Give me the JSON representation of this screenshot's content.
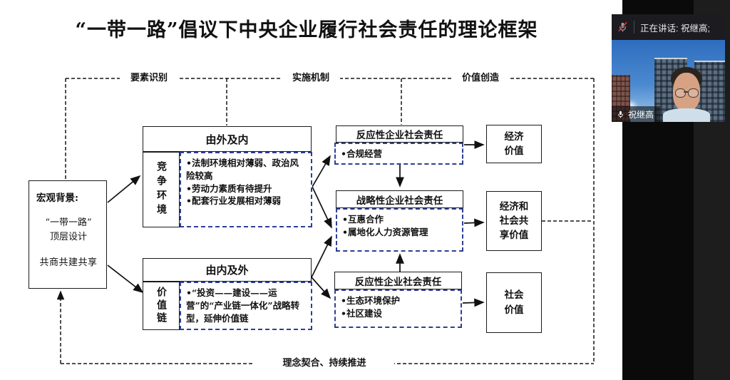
{
  "meeting": {
    "speaking_banner": "正在讲话:  祝继高;",
    "participant_name": "祝继高",
    "icons": {
      "top_bar_mic": "microphone-muted",
      "name_tag_mic": "microphone"
    }
  },
  "slide": {
    "title": "“一带一路”倡议下中央企业履行社会责任的理论框架",
    "frame": {
      "top_labels": [
        "要素识别",
        "实施机制",
        "价值创造"
      ],
      "bottom_label": "理念契合、持续推进"
    },
    "macro_box": {
      "heading": "宏观背景:",
      "line1": "“一带一路”",
      "line2": "顶层设计",
      "line3": "共商共建共享"
    },
    "group_outside_in": {
      "header": "由外及内",
      "side_label": "竞争环境",
      "bullets": [
        "•法制环境相对薄弱、政治风险较高",
        "•劳动力素质有待提升",
        "•配套行业发展相对薄弱"
      ]
    },
    "group_inside_out": {
      "header": "由内及外",
      "side_label": "价值链",
      "bullets": [
        "•“投资——建设——运营”的“产业链一体化”战略转型，延伸价值链"
      ]
    },
    "csr_boxes": [
      {
        "header": "反应性企业社会责任",
        "bullets": [
          "•合规经营"
        ]
      },
      {
        "header": "战略性企业社会责任",
        "bullets": [
          "•互惠合作",
          "•属地化人力资源管理"
        ]
      },
      {
        "header": "反应性企业社会责任",
        "bullets": [
          "•生态环境保护",
          "•社区建设"
        ]
      }
    ],
    "value_boxes": [
      "经济\n价值",
      "经济和\n社会共\n享价值",
      "社会\n价值"
    ]
  },
  "colors": {
    "dashed_inner_box": "#2e3f93",
    "frame_line": "#1a1a1a",
    "panel_bar_bg": "#1b1b20",
    "mute_red": "#e03a3a",
    "sky_top": "#2e6dbe",
    "sky_bottom": "#a6cbec",
    "sidebar_bg": "#1d1d1d"
  }
}
